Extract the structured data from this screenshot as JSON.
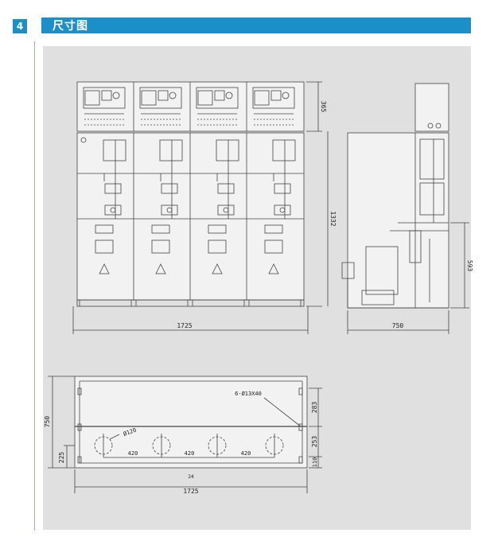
{
  "section": {
    "number": "4",
    "title": "尺寸图",
    "accent_color": "#1a8fc8",
    "rule_color": "#e8a040"
  },
  "front_view": {
    "width_label": "1725",
    "height_label": "1332",
    "top_height_label": "365"
  },
  "side_view": {
    "depth_label": "750",
    "height_label": "593"
  },
  "plan_view": {
    "width_label": "1725",
    "depth_label": "750",
    "hole_label": "6-Ø13X40",
    "circle_label": "Ø120",
    "spacing_labels": [
      "420",
      "420",
      "420"
    ],
    "offset_label": "225",
    "right_dims": [
      "283",
      "253",
      "110"
    ],
    "small_mark": "24"
  }
}
